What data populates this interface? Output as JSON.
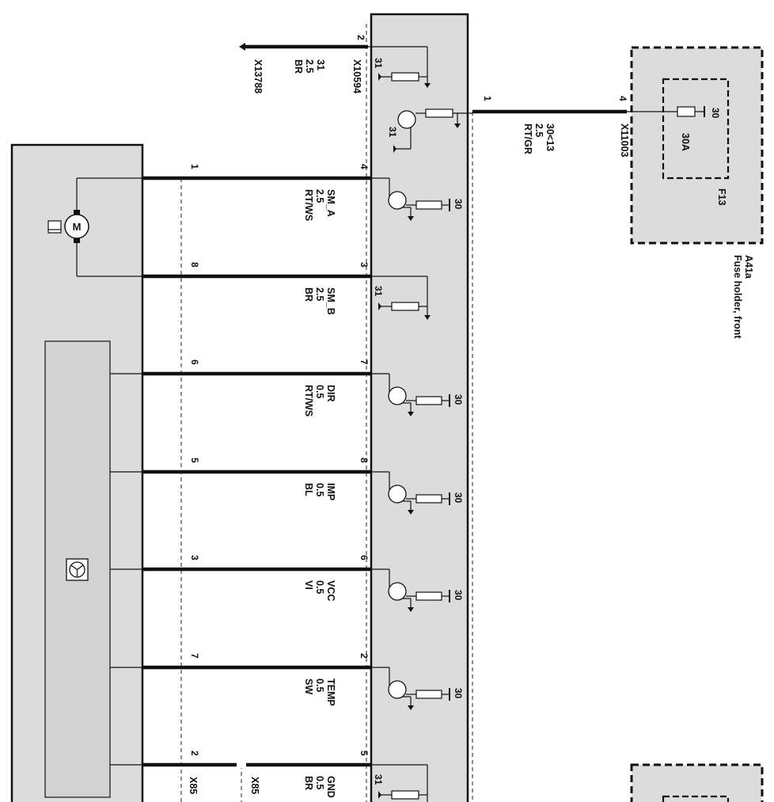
{
  "main_connector_top": {
    "pin": "2",
    "id": "X10594",
    "ref_id": "X13788",
    "signal": "31",
    "size": "2.5",
    "color": "BR"
  },
  "power_feed": {
    "pin_left": "1",
    "pin_right": "4",
    "signal": "30<13",
    "size": "2.5",
    "color": "RT/GR",
    "id": "X11003"
  },
  "fuse": {
    "terminal": "30",
    "rating": "30A",
    "name": "F13",
    "holder_id": "A41a",
    "holder_name": "Fuse holder, front"
  },
  "ground_label": "31",
  "supply_label": "30",
  "wires": [
    {
      "left_pin": "1",
      "right_pin": "4",
      "signal": "SM_A",
      "size": "2.5",
      "color": "RT/WS"
    },
    {
      "left_pin": "8",
      "right_pin": "3",
      "signal": "SM_B",
      "size": "2.5",
      "color": "BR"
    },
    {
      "left_pin": "6",
      "right_pin": "7",
      "signal": "DIR",
      "size": "0.5",
      "color": "RT/WS"
    },
    {
      "left_pin": "5",
      "right_pin": "8",
      "signal": "IMP",
      "size": "0.5",
      "color": "BL"
    },
    {
      "left_pin": "3",
      "right_pin": "6",
      "signal": "VCC",
      "size": "0.5",
      "color": "VI"
    },
    {
      "left_pin": "7",
      "right_pin": "2",
      "signal": "TEMP",
      "size": "0.5",
      "color": "SW"
    },
    {
      "left_pin": "2",
      "right_pin": "5",
      "signal": "GND",
      "size": "0.5",
      "color": "BR"
    }
  ],
  "bottom_connectors": [
    "X85",
    "X85"
  ],
  "icons": {
    "motor": "motor-icon",
    "sensor": "steering-sensor-icon",
    "transistor": "transistor-icon",
    "resistor": "resistor-icon"
  },
  "colors": {
    "wire": "#111111",
    "fill": "#dcdcdc"
  }
}
